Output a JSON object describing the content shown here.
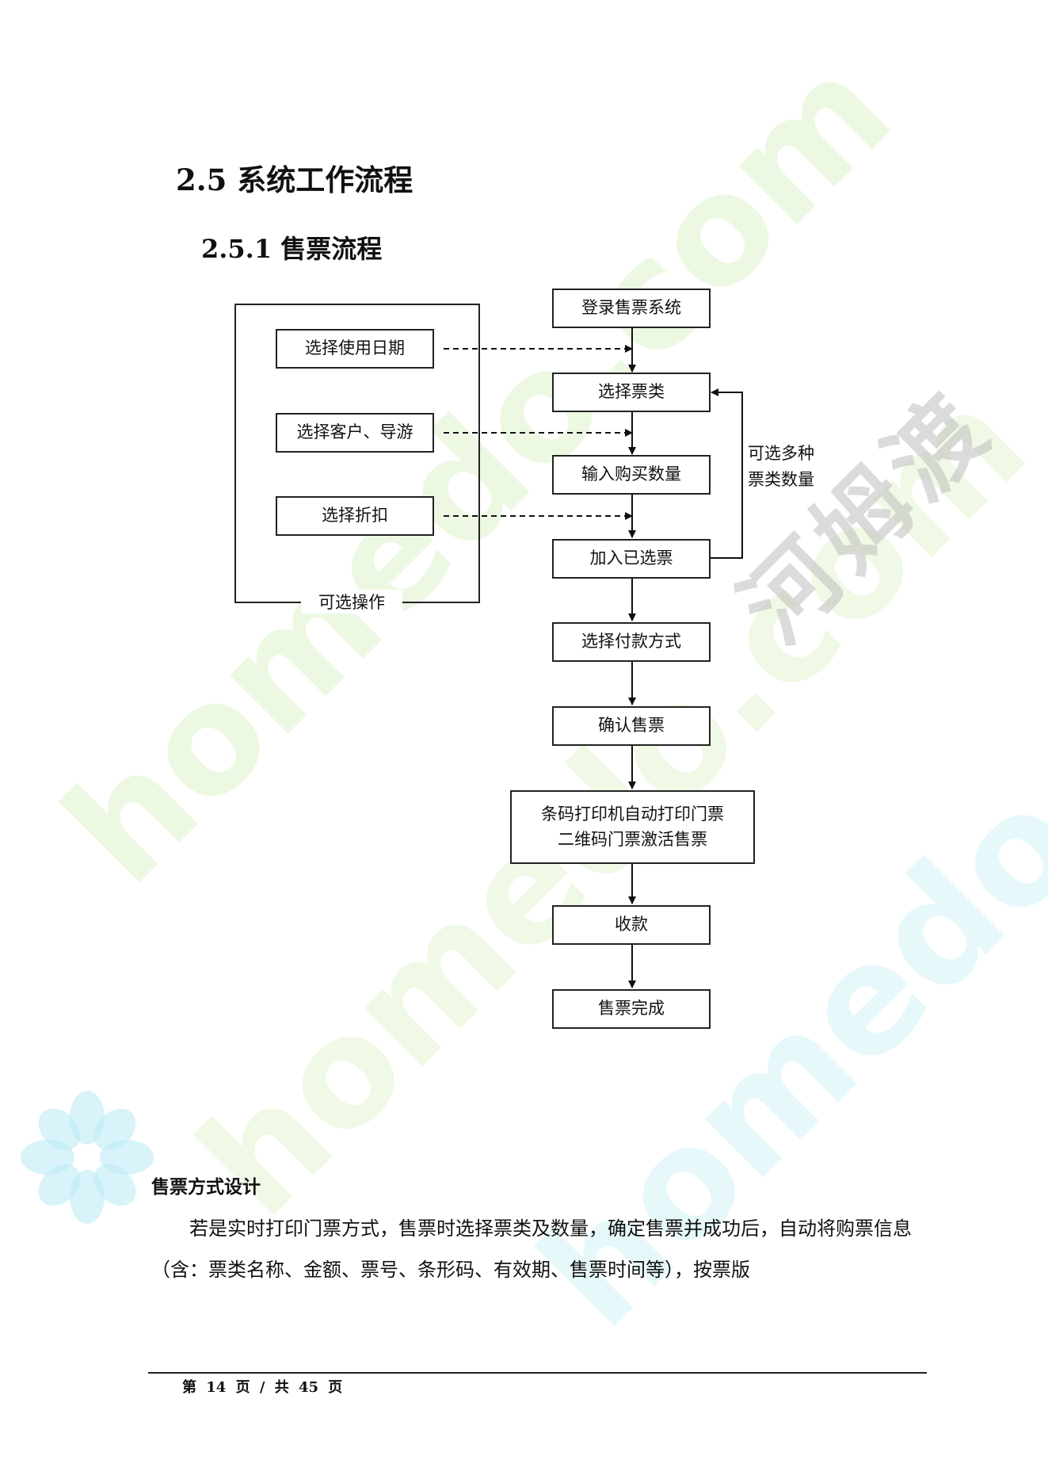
{
  "watermark": {
    "text_latin": "homedo.com",
    "text_cn": "河姆渡",
    "colors": {
      "green": "#d7f0be",
      "cyan": "#c8f0f5",
      "gray": "#bebebe"
    }
  },
  "heading": {
    "section": "2.5  系统工作流程",
    "subsection": "2.5.1  售票流程"
  },
  "flowchart": {
    "main_steps": [
      "登录售票系统",
      "选择票类",
      "输入购买数量",
      "加入已选票",
      "选择付款方式",
      "确认售票",
      "条码打印机自动打印门票\n二维码门票激活售票",
      "收款",
      "售票完成"
    ],
    "optional_steps": [
      "选择使用日期",
      "选择客户、导游",
      "选择折扣"
    ],
    "optional_group_label": "可选操作",
    "loop_note": "可选多种\n票类数量"
  },
  "body": {
    "section_title": "售票方式设计",
    "paragraph": "若是实时打印门票方式，售票时选择票类及数量，确定售票并成功后，自动将购票信息（含：票类名称、金额、票号、条形码、有效期、售票时间等），按票版"
  },
  "footer": {
    "text": "第 14 页 / 共 45 页"
  }
}
